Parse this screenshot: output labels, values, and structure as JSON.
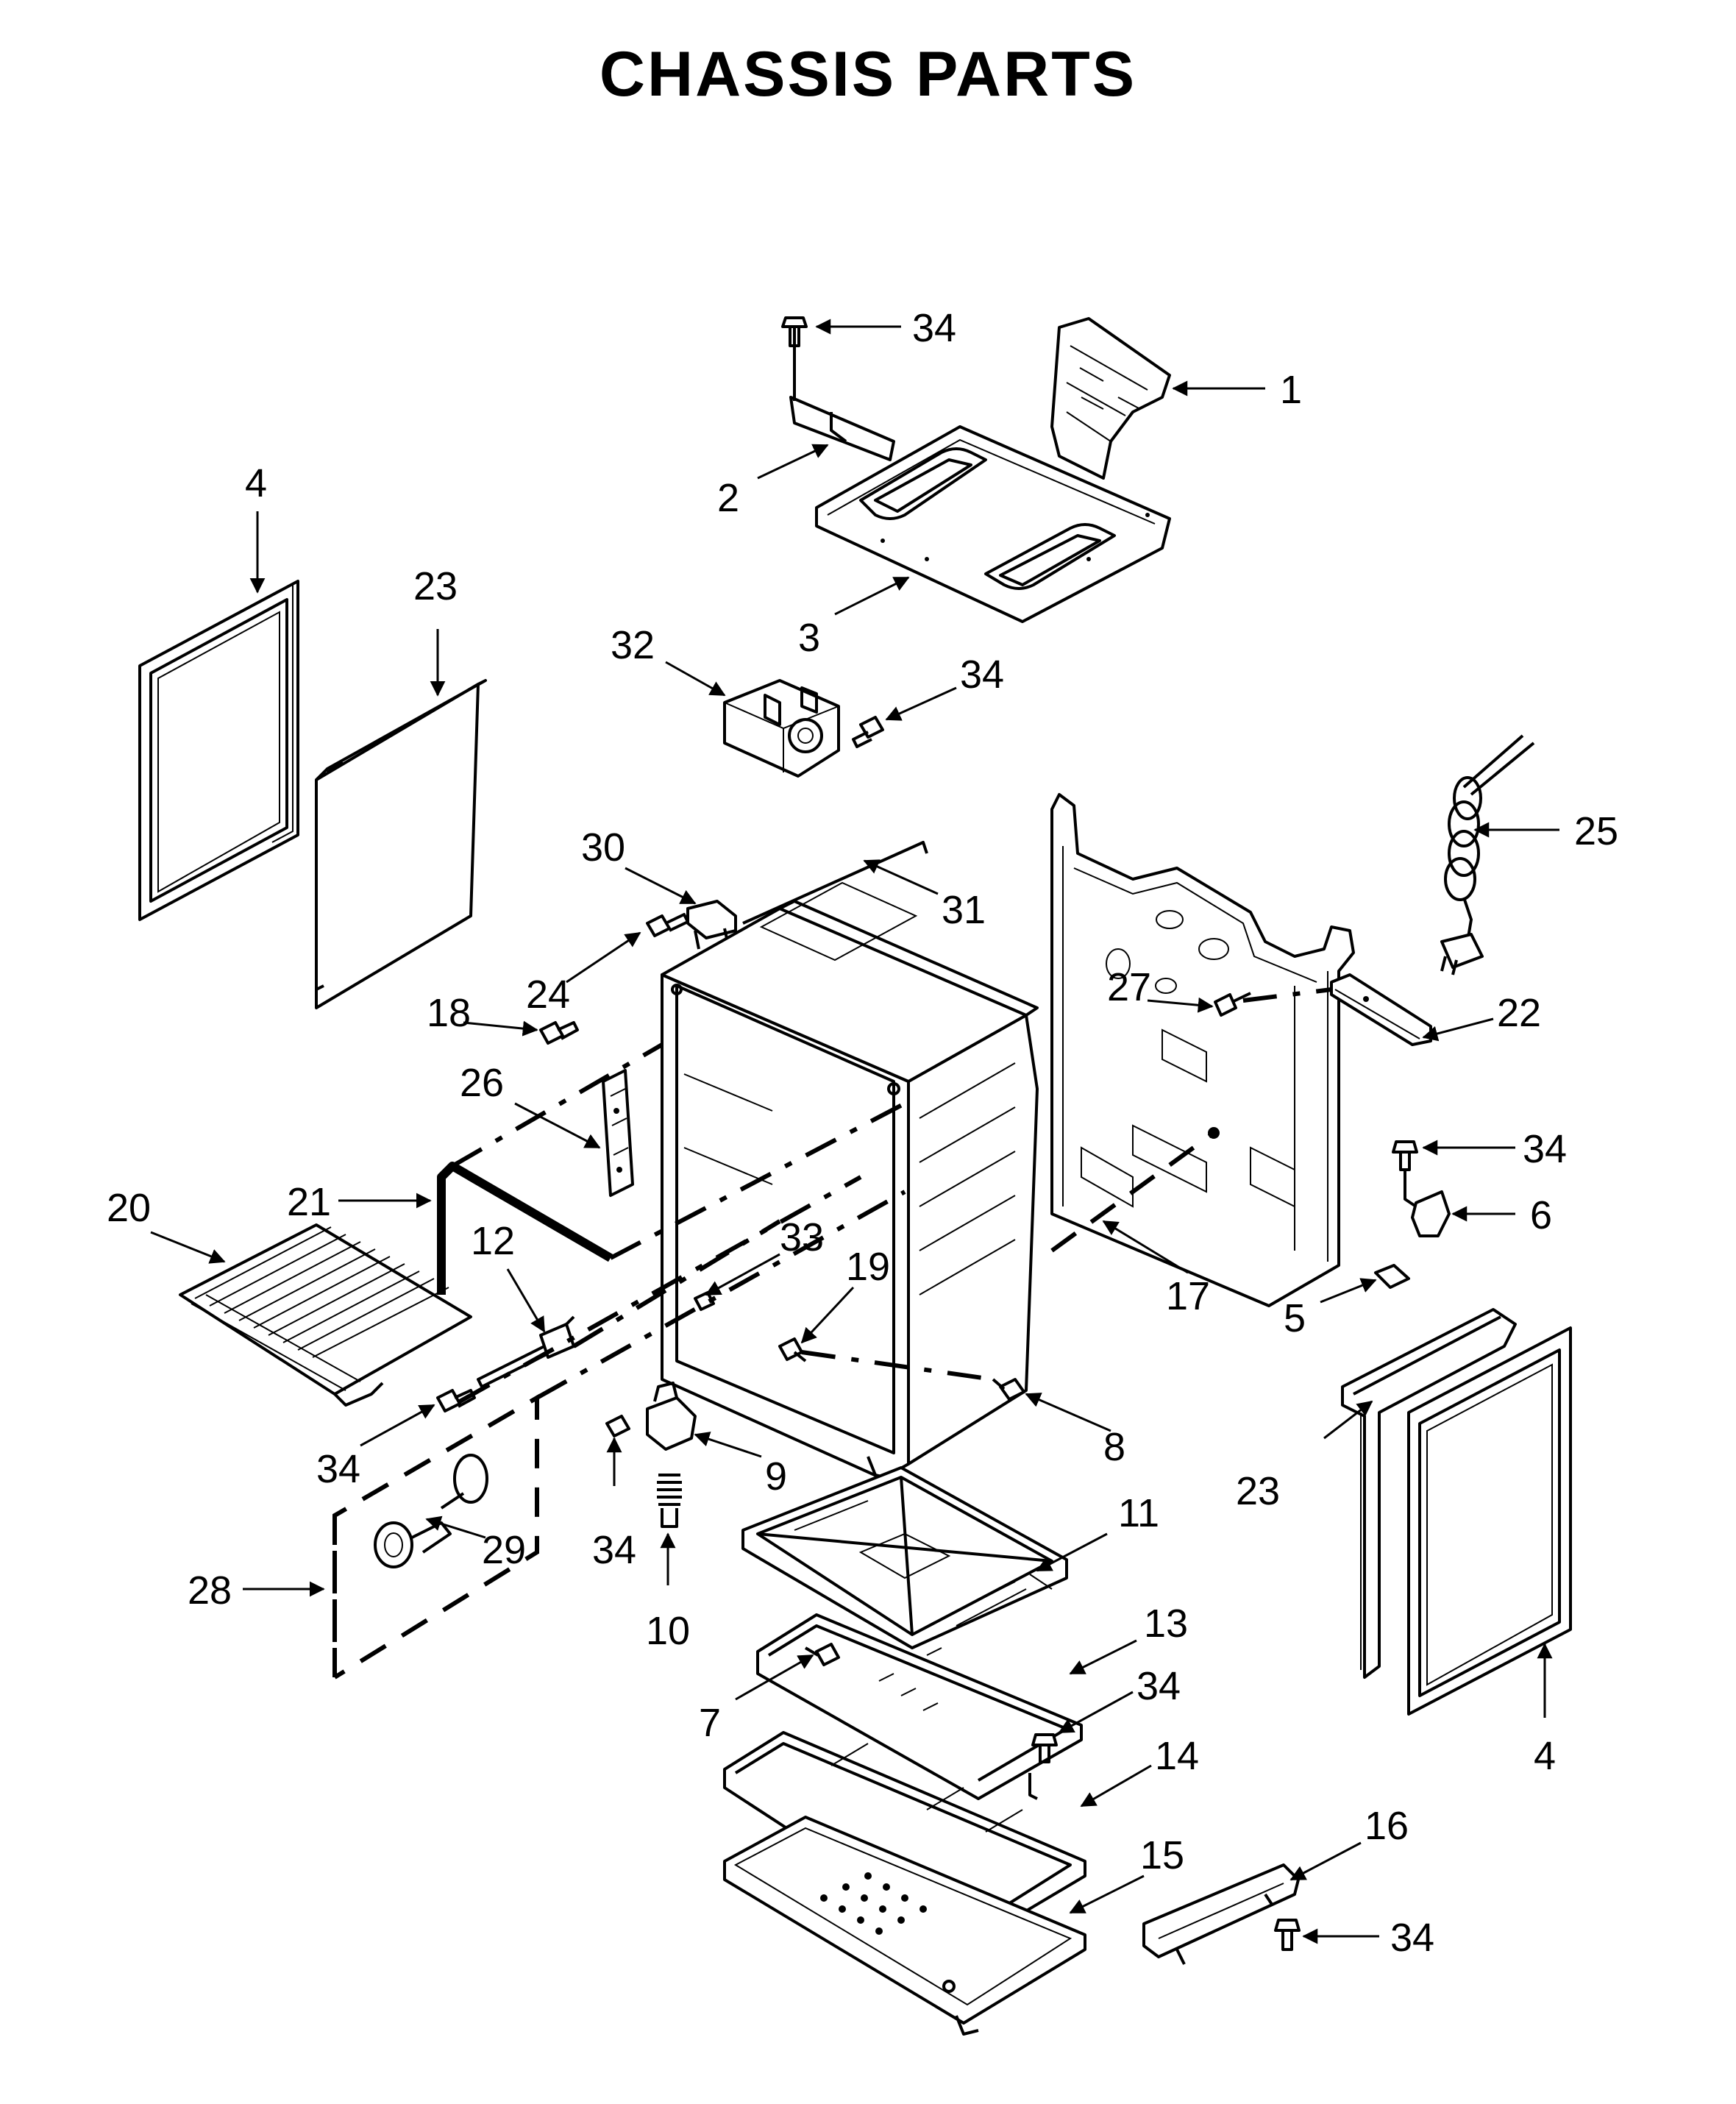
{
  "title": "CHASSIS PARTS",
  "callouts": {
    "c1": "1",
    "c2": "2",
    "c3": "3",
    "c4a": "4",
    "c4b": "4",
    "c5": "5",
    "c6": "6",
    "c7": "7",
    "c8": "8",
    "c9": "9",
    "c10": "10",
    "c11": "11",
    "c12": "12",
    "c13": "13",
    "c14": "14",
    "c15": "15",
    "c16": "16",
    "c17": "17",
    "c18": "18",
    "c19": "19",
    "c20": "20",
    "c21": "21",
    "c22": "22",
    "c23a": "23",
    "c23b": "23",
    "c24": "24",
    "c25": "25",
    "c26": "26",
    "c27": "27",
    "c28": "28",
    "c29": "29",
    "c30": "30",
    "c31": "31",
    "c32": "32",
    "c33": "33",
    "c34a": "34",
    "c34b": "34",
    "c34c": "34",
    "c34d": "34",
    "c34e": "34",
    "c34f": "34",
    "c34g": "34"
  }
}
